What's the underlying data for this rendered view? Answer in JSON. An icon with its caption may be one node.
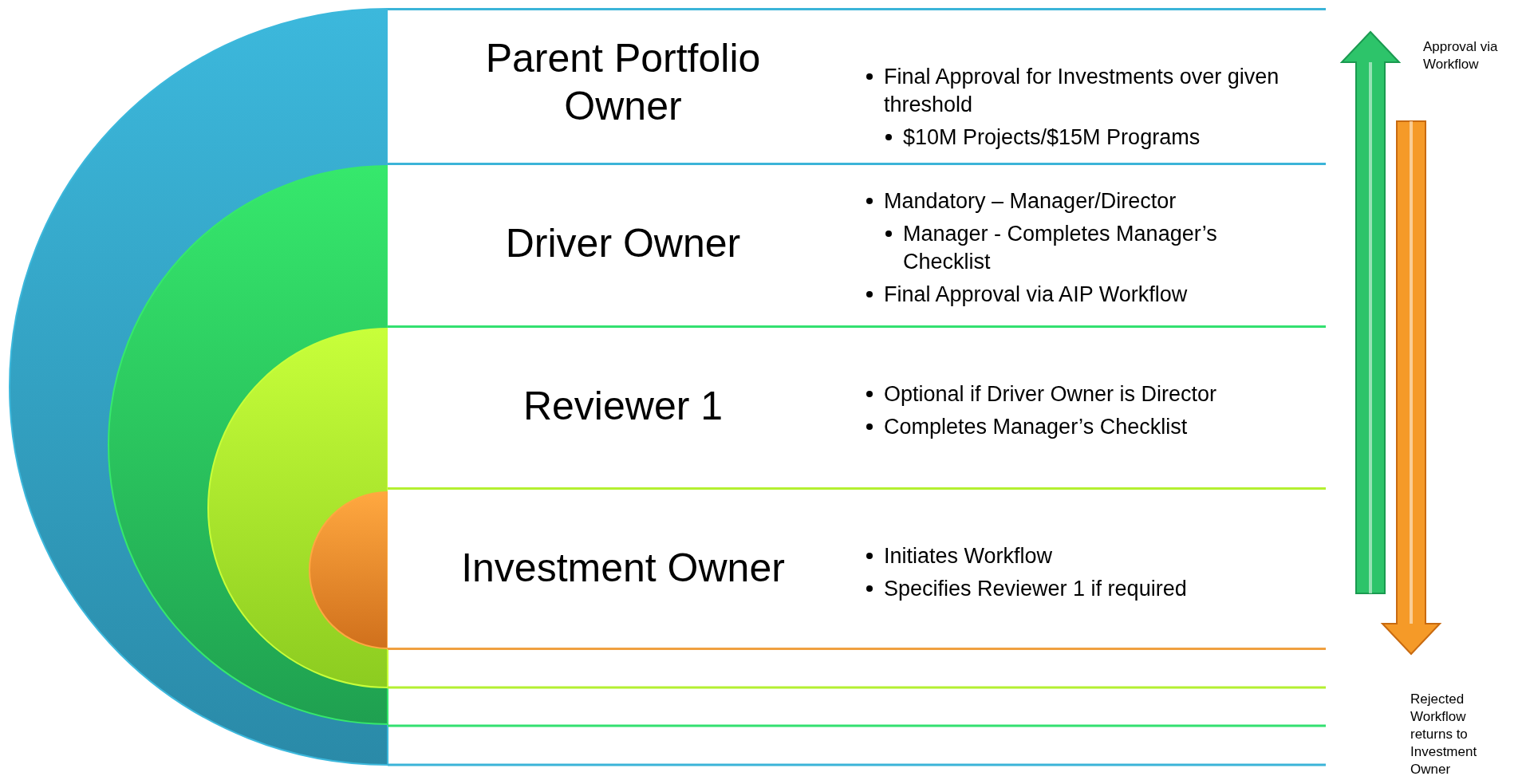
{
  "diagram": {
    "nodes": [
      {
        "text": [
          "Parent Portfolio Owner",
          "Final Approval for Investments over given threshold",
          "$10M Projects/$15M Programs"
        ]
      },
      {
        "text": [
          "Driver Owner",
          "Mandatory – Manager/Director",
          "Manager - Completes Manager’s Checklist",
          "Final Approval via AIP Workflow"
        ]
      },
      {
        "text": [
          "Reviewer 1",
          "Optional if Driver Owner is Director",
          "Completes Manager’s Checklist"
        ]
      },
      {
        "text": [
          "Investment Owner",
          "Initiates Workflow",
          "Specifies Reviewer 1 if required"
        ]
      }
    ],
    "labels": [
      "Approval via Workflow",
      "Rejected Workflow returns to Investment Owner"
    ]
  }
}
